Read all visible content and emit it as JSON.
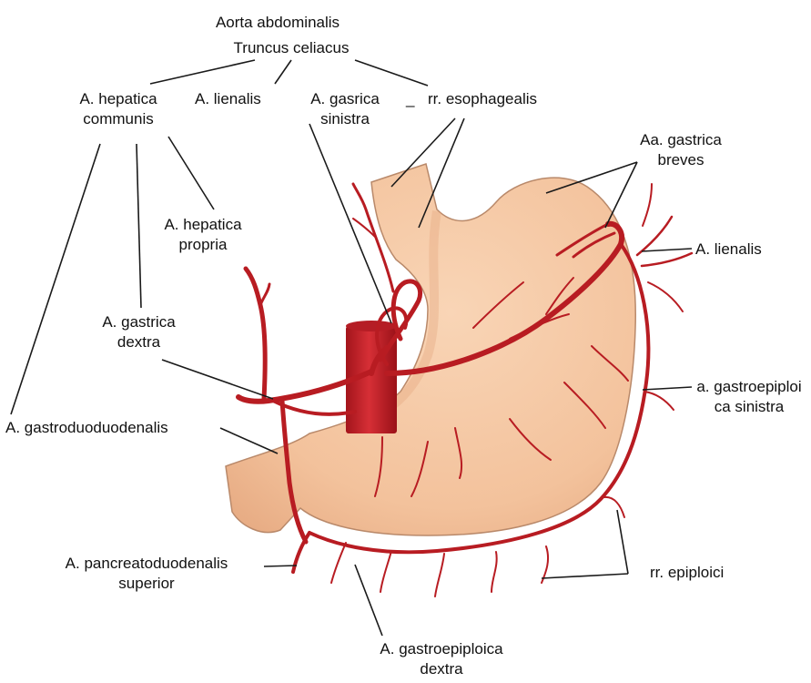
{
  "colors": {
    "artery": "#b81c22",
    "artery_dark": "#8e1015",
    "aorta": "#c4242c",
    "stomach_fill": "#f5c8a4",
    "stomach_edge": "#b9896a",
    "leader": "#1a1a1a",
    "text": "#111111"
  },
  "labels": {
    "aorta_abdominalis": "Aorta abdominalis",
    "truncus_celiacus": "Truncus celiacus",
    "hepatica_communis_1": "A. hepatica",
    "hepatica_communis_2": "communis",
    "lienalis_top": "A. lienalis",
    "gasrica_sinistra_1": "A. gasrica",
    "gasrica_sinistra_2": "sinistra",
    "dash": "_",
    "esophagealis": "rr. esophagealis",
    "gastrica_breves_1": "Aa. gastrica",
    "gastrica_breves_2": "breves",
    "hepatica_propria_1": "A. hepatica",
    "hepatica_propria_2": "propria",
    "lienalis_right": "A. lienalis",
    "gastrica_dextra_1": "A. gastrica",
    "gastrica_dextra_2": "dextra",
    "gastroepiploica_sinistra_1": "a. gastroepiploi",
    "gastroepiploica_sinistra_2": "ca sinistra",
    "gastroduodenalis": "A. gastroduoduodenalis",
    "pancreatoduodenalis_1": "A. pancreatoduodenalis",
    "pancreatoduodenalis_2": "superior",
    "epiploici": "rr. epiploici",
    "gastroepiploica_dextra_1": "A. gastroepiploica",
    "gastroepiploica_dextra_2": "dextra"
  }
}
